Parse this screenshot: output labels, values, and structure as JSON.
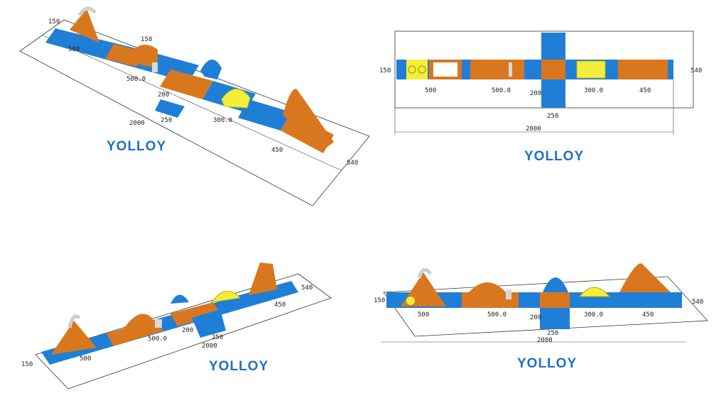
{
  "colors": {
    "blue": "#1f7fd6",
    "blue_dark": "#155a9e",
    "orange": "#d9771e",
    "orange_dark": "#a5520f",
    "yellow": "#f4ee3a",
    "grey": "#d8d8d8",
    "logo_blue": "#1e6fc8",
    "logo_orange": "#e67a1d"
  },
  "logo": {
    "text": "YOLLOY"
  },
  "views": {
    "top_left": {
      "dims": {
        "height": "150",
        "first": "500",
        "mid_top": "150",
        "second": "500.0",
        "pad_w": "200",
        "pad_d": "250",
        "dome": "300.0",
        "ramp": "450",
        "total": "2000",
        "width": "540"
      }
    },
    "top_right": {
      "dims": {
        "height": "150",
        "first": "500",
        "second": "500.0",
        "pad_w": "200",
        "dome": "300.0",
        "ramp": "450",
        "pad_d": "250",
        "total": "2000",
        "width": "540"
      }
    },
    "bottom_left": {
      "dims": {
        "height": "150",
        "first": "500",
        "second": "500.0",
        "pad_w": "200",
        "pad_d": "250",
        "ramp": "450",
        "total": "2000",
        "width": "540"
      }
    },
    "bottom_right": {
      "dims": {
        "height": "150",
        "first": "500",
        "second": "500.0",
        "pad_w": "200",
        "dome": "300.0",
        "ramp": "450",
        "pad_d": "250",
        "total": "2000",
        "width": "540"
      }
    }
  }
}
